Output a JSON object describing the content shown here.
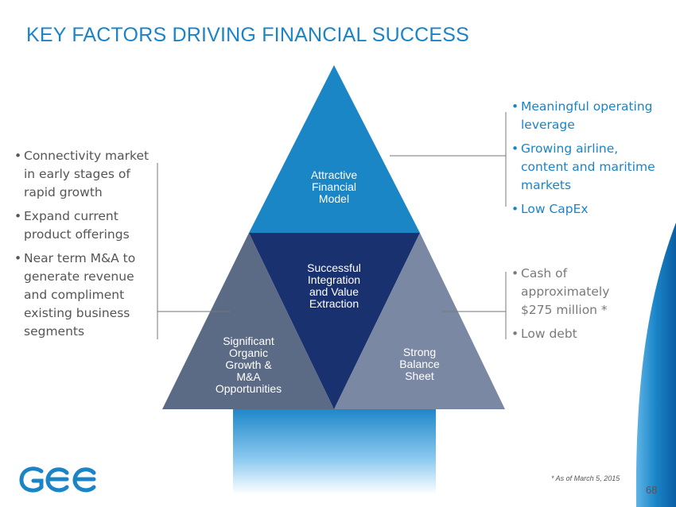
{
  "slide": {
    "title": "KEY FACTORS DRIVING FINANCIAL SUCCESS",
    "footnote": "* As of March 5, 2015",
    "page_number": "68"
  },
  "pyramid": {
    "top": [
      "Attractive",
      "Financial",
      "Model"
    ],
    "center": [
      "Successful",
      "Integration",
      "and Value",
      "Extraction"
    ],
    "left": [
      "Significant",
      "Organic",
      "Growth &",
      "M&A",
      "Opportunities"
    ],
    "right": [
      "Strong",
      "Balance",
      "Sheet"
    ]
  },
  "left_bullets": [
    "Connectivity market in early stages of rapid growth",
    "Expand current product offerings",
    "Near term M&A to generate revenue and compliment existing business segments"
  ],
  "right_top_bullets": [
    "Meaningful operating leverage",
    "Growing airline, content and maritime markets",
    "Low CapEx"
  ],
  "right_bottom_bullets": [
    "Cash of approximately $275 million *",
    "Low debt"
  ],
  "colors": {
    "accent": "#1a84c7",
    "top_triangle": "#1b86c6",
    "center_triangle": "#19326f",
    "left_triangle": "#5b6b86",
    "right_triangle": "#7b88a4"
  },
  "logo": {
    "icon": "gee-logo-icon"
  }
}
